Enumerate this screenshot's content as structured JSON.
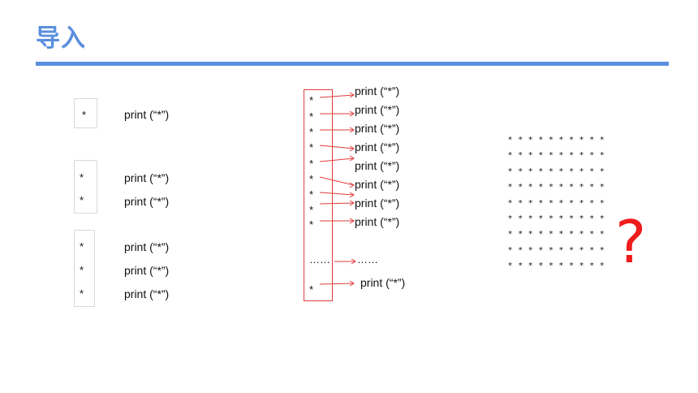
{
  "title": "导入",
  "star": "*",
  "print_stmt": "print (“*”)",
  "print_stmt_spaced": "print  (“*”)",
  "ellipsis": "……",
  "grid_row": "* * * * * * * * * *",
  "question_mark": "?",
  "colors": {
    "title": "#5b8fde",
    "accent_red": "#e23b3b",
    "question": "#ee1c1c"
  }
}
